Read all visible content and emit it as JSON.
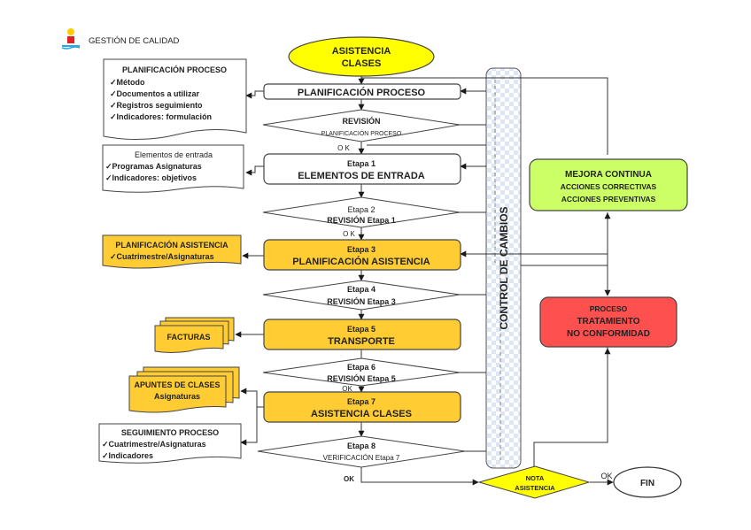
{
  "header": {
    "title": "GESTIÓN DE CALIDAD",
    "logo_icon": "institution-logo-icon"
  },
  "colors": {
    "start_oval": "#ffff00",
    "stage_highlight": "#ffcc33",
    "documents_highlight": "#ffcc33",
    "mejora_continua": "#ccff66",
    "no_conformidad": "#ff5050",
    "nota_asistencia": "#ffff00",
    "control_cambios": "#dde7f3",
    "stroke": "#404040"
  },
  "start": {
    "line1": "ASISTENCIA",
    "line2": "CLASES"
  },
  "process": {
    "planificacion": "PLANIFICACIÓN PROCESO",
    "revision_line1": "REVISIÓN",
    "revision_line2": "PLANIFICACIÓN PROCESO",
    "etapa1_line1": "Etapa 1",
    "etapa1_line2": "ELEMENTOS DE ENTRADA",
    "etapa2_line1": "Etapa 2",
    "etapa2_line2": "REVISIÓN Etapa 1",
    "etapa3_line1": "Etapa 3",
    "etapa3_line2": "PLANIFICACIÓN ASISTENCIA",
    "etapa4_line1": "Etapa 4",
    "etapa4_line2": "REVISIÓN Etapa 3",
    "etapa5_line1": "Etapa 5",
    "etapa5_line2": "TRANSPORTE",
    "etapa6_line1": "Etapa 6",
    "etapa6_line2": "REVISIÓN Etapa 5",
    "etapa7_line1": "Etapa 7",
    "etapa7_line2": "ASISTENCIA CLASES",
    "etapa8_line1": "Etapa 8",
    "etapa8_line2": "VERIFICACIÓN Etapa 7",
    "ok": "OK",
    "ok_spaced": "O K"
  },
  "documents": {
    "planificacion_proceso": {
      "title": "PLANIFICACIÓN PROCESO",
      "items": [
        "✓Método",
        "✓Documentos a utilizar",
        "✓Registros seguimiento",
        "✓Indicadores: formulación"
      ]
    },
    "elementos_entrada": {
      "title": "Elementos de entrada",
      "items": [
        "✓Programas Asignaturas",
        "✓Indicadores: objetivos"
      ]
    },
    "planificacion_asistencia": {
      "title": "PLANIFICACIÓN ASISTENCIA",
      "items": [
        "✓Cuatrimestre/Asignaturas"
      ]
    },
    "facturas": {
      "title": "FACTURAS"
    },
    "apuntes": {
      "title": "APUNTES DE CLASES",
      "subtitle": "Asignaturas"
    },
    "seguimiento": {
      "title": "SEGUIMIENTO PROCESO",
      "items": [
        "✓Cuatrimestre/Asignaturas",
        "✓Indicadores"
      ]
    }
  },
  "control_cambios": {
    "label": "CONTROL DE CAMBIOS"
  },
  "mejora": {
    "line1": "MEJORA CONTINUA",
    "line2": "ACCIONES CORRECTIVAS",
    "line3": "ACCIONES PREVENTIVAS"
  },
  "no_conformidad": {
    "line1": "PROCESO",
    "line2": "TRATAMIENTO",
    "line3": "NO CONFORMIDAD"
  },
  "nota": {
    "line1": "NOTA",
    "line2": "ASISTENCIA"
  },
  "end": {
    "label": "FIN"
  }
}
